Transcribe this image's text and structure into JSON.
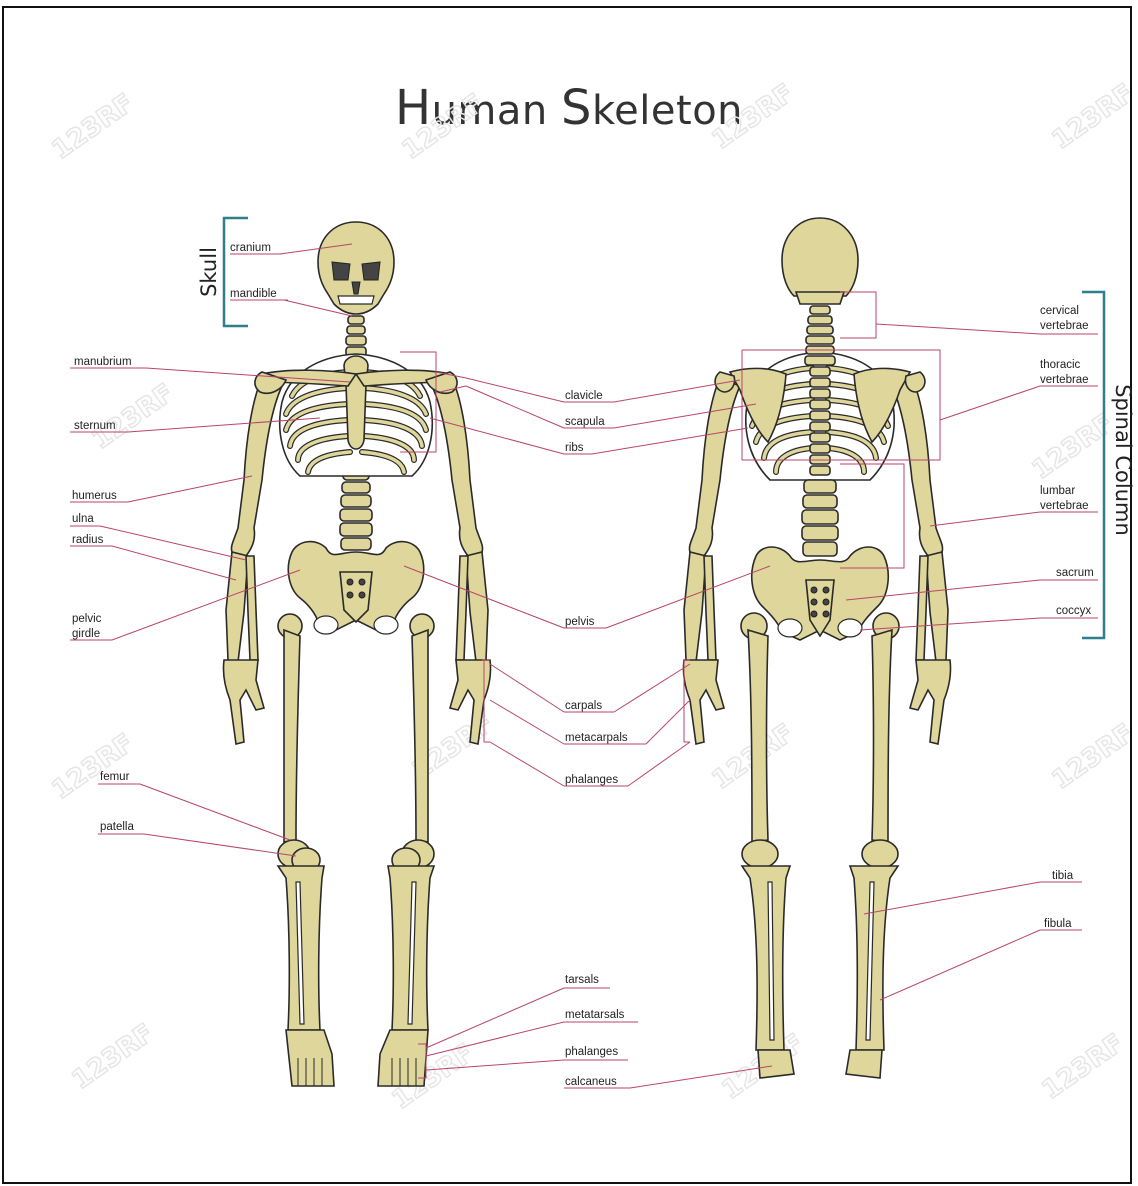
{
  "title": {
    "first_letter": "H",
    "first_rest": "uman",
    "second_letter": "S",
    "second_rest": "keleton"
  },
  "watermark": "123RF",
  "groups": {
    "skull": "Skull",
    "spinal_column": "Spinal Column"
  },
  "labels": {
    "cranium": "cranium",
    "mandible": "mandible",
    "manubrium": "manubrium",
    "sternum": "sternum",
    "humerus": "humerus",
    "ulna": "ulna",
    "radius": "radius",
    "pelvic_line1": "pelvic",
    "pelvic_line2": "girdle",
    "femur": "femur",
    "patella": "patella",
    "clavicle": "clavicle",
    "scapula": "scapula",
    "ribs": "ribs",
    "pelvis": "pelvis",
    "carpals": "carpals",
    "metacarpals": "metacarpals",
    "phalanges_hand": "phalanges",
    "tarsals": "tarsals",
    "metatarsals": "metatarsals",
    "phalanges_foot": "phalanges",
    "calcaneus": "calcaneus",
    "cervical_line1": "cervical",
    "cervical_line2": "vertebrae",
    "thoracic_line1": "thoracic",
    "thoracic_line2": "vertebrae",
    "lumbar_line1": "lumbar",
    "lumbar_line2": "vertebrae",
    "sacrum": "sacrum",
    "coccyx": "coccyx",
    "tibia": "tibia",
    "fibula": "fibula"
  },
  "colors": {
    "bone": "#ded69a",
    "outline": "#2a2a2a",
    "leader": "#b8456a",
    "bracket": "#2e7f8c"
  }
}
